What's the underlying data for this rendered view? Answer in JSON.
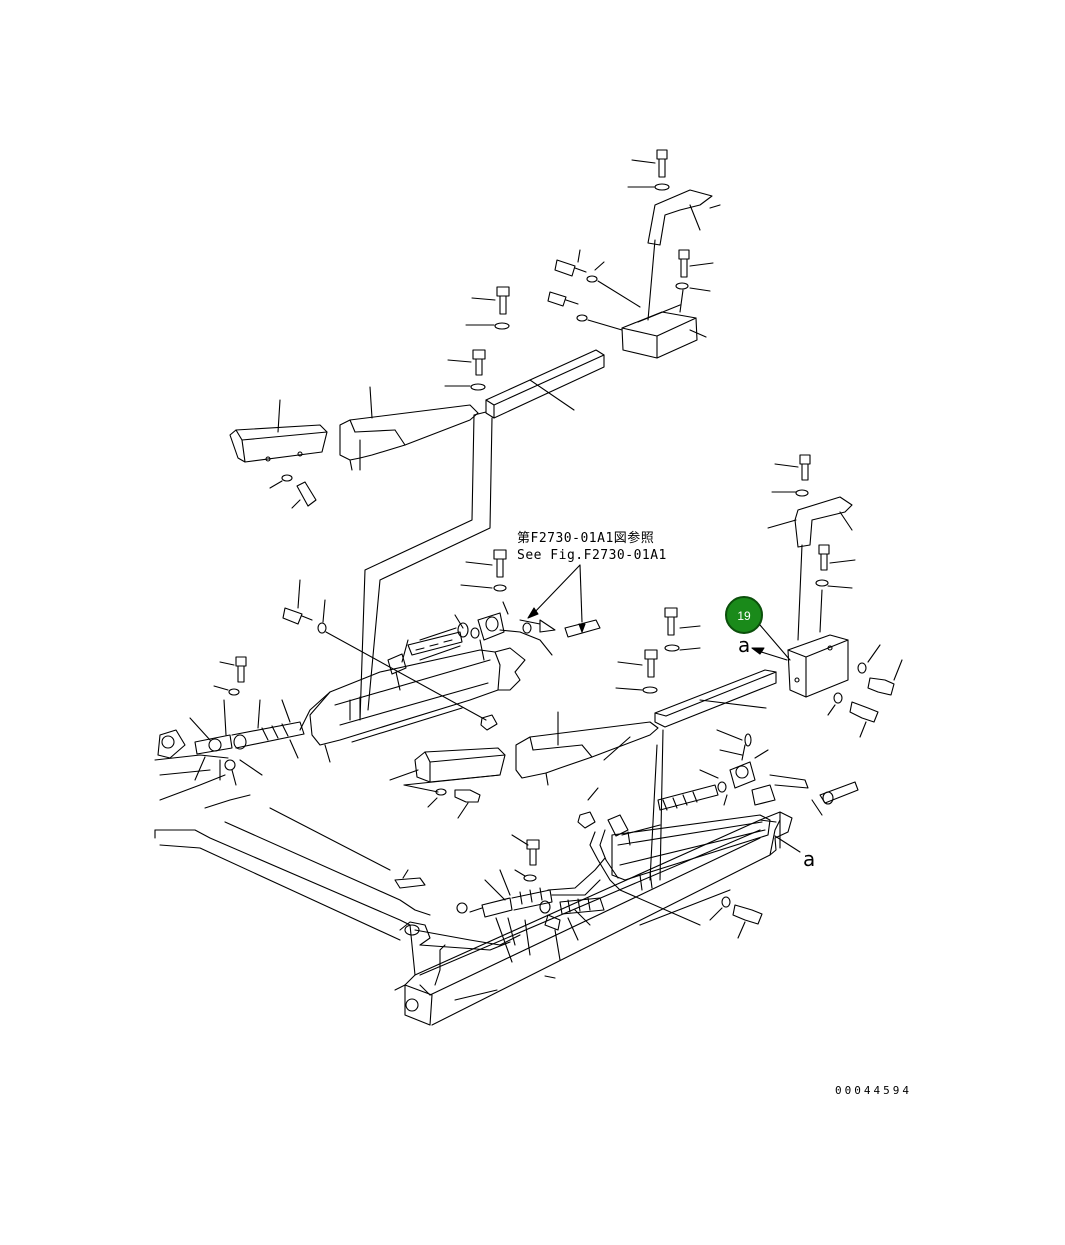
{
  "reference_note": {
    "line_jp": "第F2730-01A1図参照",
    "line_en": "See Fig.F2730-01A1"
  },
  "callout": {
    "number": "19",
    "fill_color": "#1a8a1a",
    "ring_color": "#0b4f0b"
  },
  "view_marks": {
    "upper": "a",
    "lower": "a"
  },
  "document_number": "00044594"
}
